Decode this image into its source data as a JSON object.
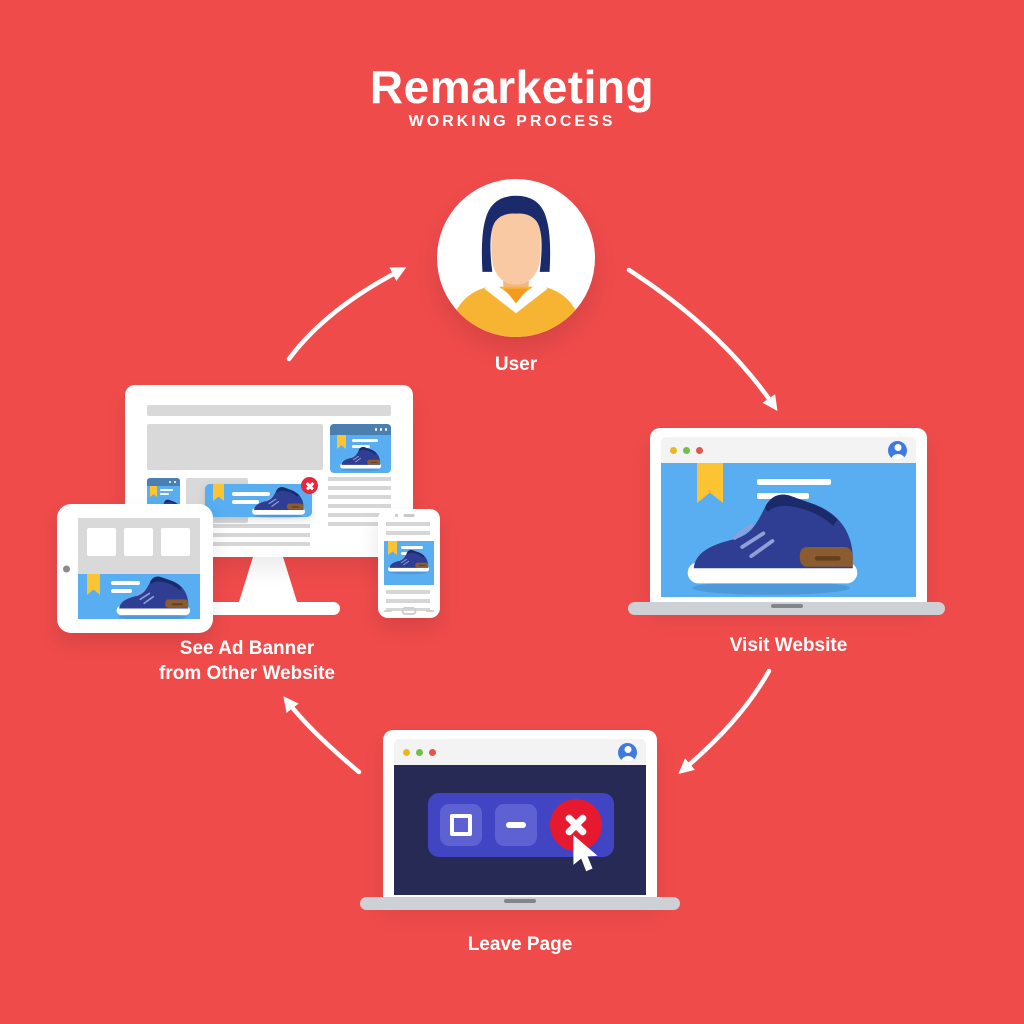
{
  "header": {
    "title": "Remarketing",
    "subtitle": "WORKING PROCESS"
  },
  "nodes": {
    "user": {
      "label": "User"
    },
    "visit_website": {
      "label": "Visit Website"
    },
    "leave_page": {
      "label": "Leave Page"
    },
    "see_ad": {
      "label_line1": "See Ad Banner",
      "label_line2": "from Other Website"
    }
  },
  "flow_arrows": [
    {
      "from": "see_ad",
      "to": "user"
    },
    {
      "from": "user",
      "to": "visit_website"
    },
    {
      "from": "visit_website",
      "to": "leave_page"
    },
    {
      "from": "leave_page",
      "to": "see_ad"
    }
  ],
  "colors": {
    "background": "#ef4b4b",
    "ad_blue": "#58aef1",
    "card_header_blue": "#4a7fb0",
    "navy": "#262a54",
    "panel_indigo": "#4145c4",
    "button_indigo": "#5d61d2",
    "close_red": "#e7192e",
    "banner_close_red": "#e8273d",
    "yellow": "#fcc332",
    "sweater_yellow": "#f7b432",
    "hair_navy": "#1b2a6b",
    "skin": "#f9c9a3",
    "shoe_navy": "#2f3e92",
    "shoe_brown": "#8a5c30",
    "laptop_base_gray": "#cdd1d6",
    "content_gray": "#d9d9d9",
    "dot_yellow": "#eab71f",
    "dot_green": "#71bf44",
    "dot_red": "#e2574c",
    "profile_blue": "#3f7ae0"
  }
}
